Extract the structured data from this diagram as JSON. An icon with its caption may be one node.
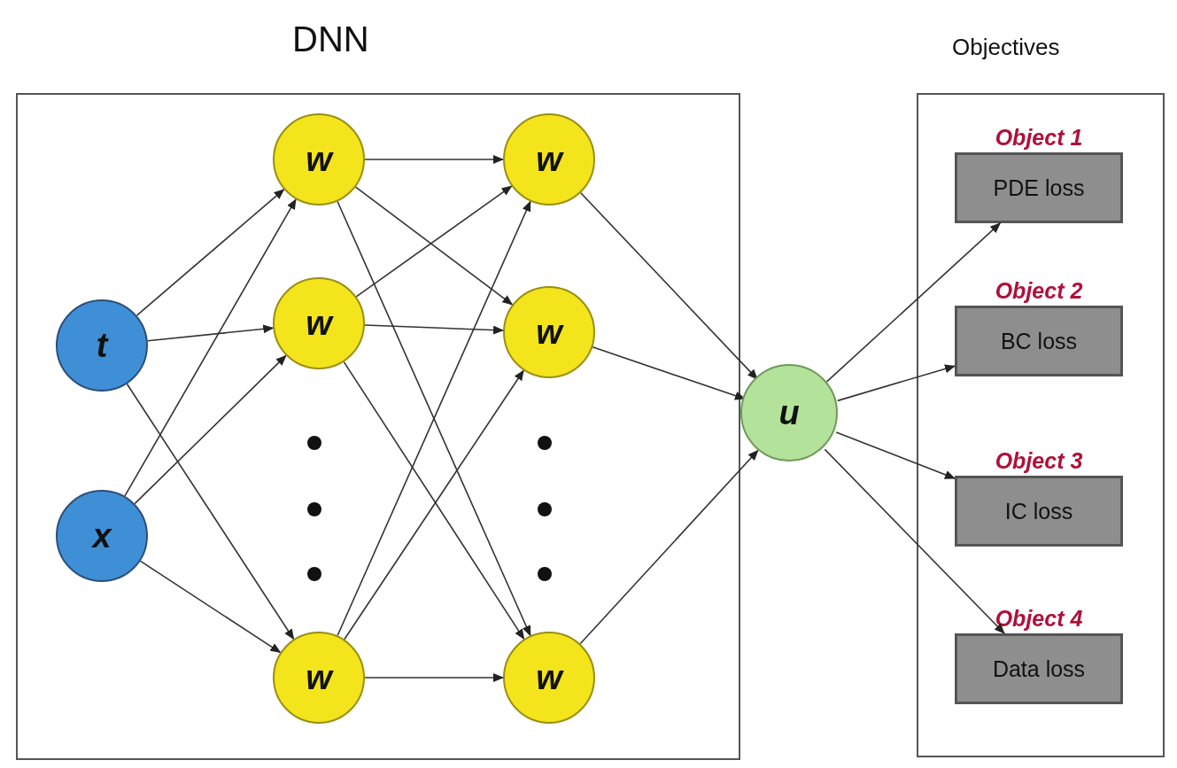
{
  "diagram": {
    "nodes": [
      {
        "text": [
          "DNN"
        ]
      },
      {
        "text": [
          "Objectives"
        ]
      },
      {
        "text": [
          "t"
        ],
        "in": 0
      },
      {
        "text": [
          "x"
        ],
        "in": 0
      },
      {
        "text": [
          "w"
        ],
        "in": 0
      },
      {
        "text": [
          "w"
        ],
        "in": 0
      },
      {
        "text": [
          "w"
        ],
        "in": 0
      },
      {
        "text": [
          "w"
        ],
        "in": 0
      },
      {
        "text": [
          "w"
        ],
        "in": 0
      },
      {
        "text": [
          "w"
        ],
        "in": 0
      },
      {
        "text": [
          "u"
        ]
      },
      {
        "text": [
          "Object 1",
          "PDE loss"
        ],
        "in": 1
      },
      {
        "text": [
          "Object 2",
          "BC loss"
        ],
        "in": 1
      },
      {
        "text": [
          "Object 3",
          "IC loss"
        ],
        "in": 1
      },
      {
        "text": [
          "Object 4",
          "Data loss"
        ],
        "in": 1
      }
    ],
    "edges": [
      {
        "from": 2,
        "to": 4,
        "arrow": "to"
      },
      {
        "from": 2,
        "to": 5,
        "arrow": "to"
      },
      {
        "from": 2,
        "to": 6,
        "arrow": "to"
      },
      {
        "from": 3,
        "to": 4,
        "arrow": "to"
      },
      {
        "from": 3,
        "to": 5,
        "arrow": "to"
      },
      {
        "from": 3,
        "to": 6,
        "arrow": "to"
      },
      {
        "from": 4,
        "to": 7,
        "arrow": "to"
      },
      {
        "from": 4,
        "to": 8,
        "arrow": "to"
      },
      {
        "from": 4,
        "to": 9,
        "arrow": "to"
      },
      {
        "from": 5,
        "to": 7,
        "arrow": "to"
      },
      {
        "from": 5,
        "to": 8,
        "arrow": "to"
      },
      {
        "from": 5,
        "to": 9,
        "arrow": "to"
      },
      {
        "from": 6,
        "to": 7,
        "arrow": "to"
      },
      {
        "from": 6,
        "to": 8,
        "arrow": "to"
      },
      {
        "from": 6,
        "to": 9,
        "arrow": "to"
      },
      {
        "from": 7,
        "to": 10,
        "arrow": "to"
      },
      {
        "from": 8,
        "to": 10,
        "arrow": "to"
      },
      {
        "from": 9,
        "to": 10,
        "arrow": "to"
      },
      {
        "from": 10,
        "to": 11,
        "arrow": "to"
      },
      {
        "from": 10,
        "to": 12,
        "arrow": "to"
      },
      {
        "from": 10,
        "to": 13,
        "arrow": "to"
      },
      {
        "from": 10,
        "to": 14,
        "arrow": "to"
      }
    ]
  }
}
